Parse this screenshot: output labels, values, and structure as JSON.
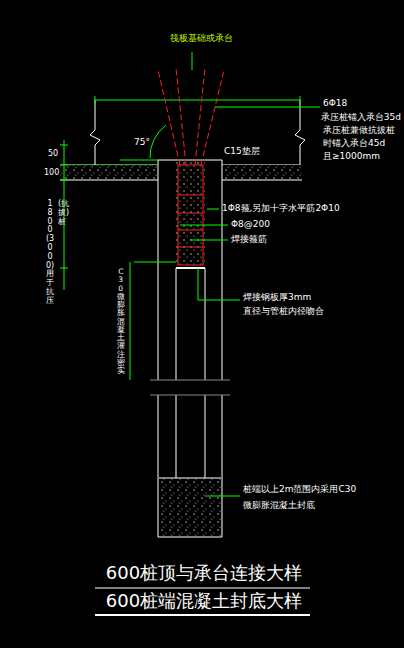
{
  "diagram": {
    "labels": [
      "筏板基础或承台",
      "6Φ18",
      "承压桩锚入承台35d",
      "承压桩兼做抗拔桩",
      "时锚入承台45d",
      "且≥1000mm",
      "75°",
      "50",
      "100",
      "C15垫层",
      "1800(3000)用于抗压",
      "(抗拔)桩",
      "C30微膨胀混凝土灌注密实",
      "1Φ8箍,另加十字水平筋2Φ10",
      "Φ8@200",
      "焊接箍筋",
      "焊接钢板厚3mm",
      "直径与管桩内径吻合",
      "桩端以上2m范围内采用C30",
      "微膨胀混凝土封底",
      "600桩顶与承台连接大样",
      "600桩端混凝土封底大样"
    ]
  }
}
